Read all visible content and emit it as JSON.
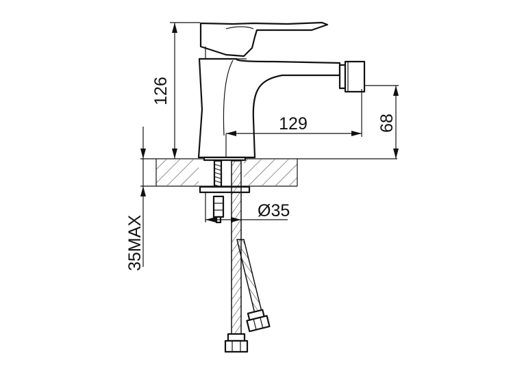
{
  "dimensions": {
    "height_total": "126",
    "spout_reach": "129",
    "spout_height": "68",
    "hole_diameter": "Ø35",
    "max_thickness": "35MAX"
  }
}
